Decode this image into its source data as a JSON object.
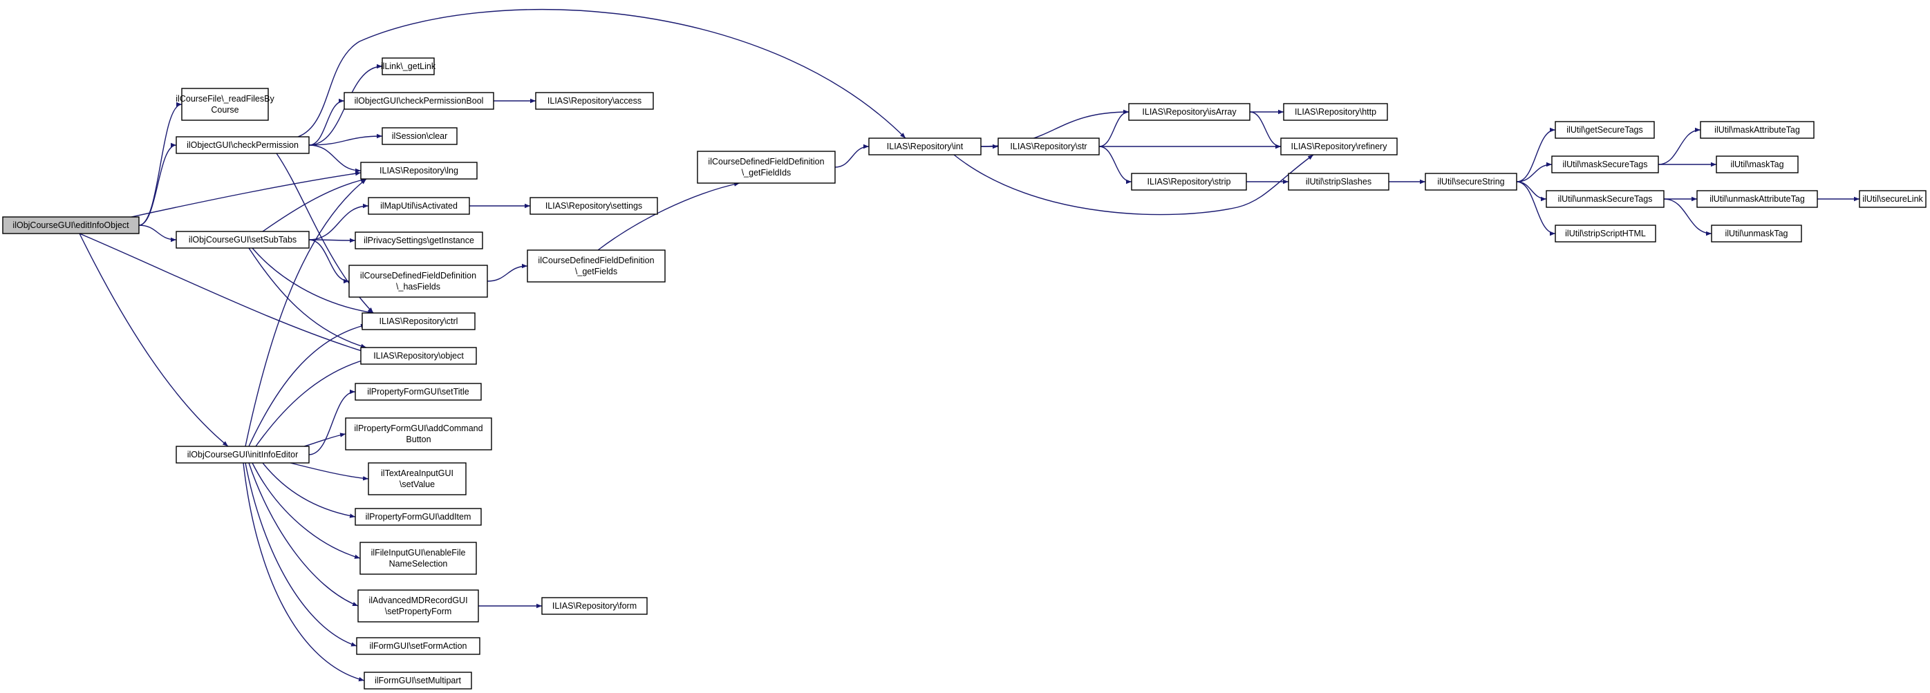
{
  "nodes": [
    {
      "id": "root",
      "lines": [
        "ilObjCourseGUI\\editInfoObject"
      ],
      "root": true
    },
    {
      "id": "readFiles",
      "lines": [
        "ilCourseFile\\_readFilesBy",
        "Course"
      ]
    },
    {
      "id": "checkPerm",
      "lines": [
        "ilObjectGUI\\checkPermission"
      ]
    },
    {
      "id": "setSubTabs",
      "lines": [
        "ilObjCourseGUI\\setSubTabs"
      ]
    },
    {
      "id": "initInfo",
      "lines": [
        "ilObjCourseGUI\\initInfoEditor"
      ]
    },
    {
      "id": "getLink",
      "lines": [
        "ilLink\\_getLink"
      ]
    },
    {
      "id": "checkPermBool",
      "lines": [
        "ilObjectGUI\\checkPermissionBool"
      ]
    },
    {
      "id": "access",
      "lines": [
        "ILIAS\\Repository\\access"
      ]
    },
    {
      "id": "sessClear",
      "lines": [
        "ilSession\\clear"
      ]
    },
    {
      "id": "lng",
      "lines": [
        "ILIAS\\Repository\\lng"
      ]
    },
    {
      "id": "mapUtil",
      "lines": [
        "ilMapUtil\\isActivated"
      ]
    },
    {
      "id": "settings",
      "lines": [
        "ILIAS\\Repository\\settings"
      ]
    },
    {
      "id": "privacy",
      "lines": [
        "ilPrivacySettings\\getInstance"
      ]
    },
    {
      "id": "hasFields",
      "lines": [
        "ilCourseDefinedFieldDefinition",
        "\\_hasFields"
      ]
    },
    {
      "id": "getFields",
      "lines": [
        "ilCourseDefinedFieldDefinition",
        "\\_getFields"
      ]
    },
    {
      "id": "getFieldIds",
      "lines": [
        "ilCourseDefinedFieldDefinition",
        "\\_getFieldIds"
      ]
    },
    {
      "id": "ctrl",
      "lines": [
        "ILIAS\\Repository\\ctrl"
      ]
    },
    {
      "id": "object",
      "lines": [
        "ILIAS\\Repository\\object"
      ]
    },
    {
      "id": "setTitle",
      "lines": [
        "ilPropertyFormGUI\\setTitle"
      ]
    },
    {
      "id": "addCommand",
      "lines": [
        "ilPropertyFormGUI\\addCommand",
        "Button"
      ]
    },
    {
      "id": "textArea",
      "lines": [
        "ilTextAreaInputGUI",
        "\\setValue"
      ]
    },
    {
      "id": "addItem",
      "lines": [
        "ilPropertyFormGUI\\addItem"
      ]
    },
    {
      "id": "fileInput",
      "lines": [
        "ilFileInputGUI\\enableFile",
        "NameSelection"
      ]
    },
    {
      "id": "advMD",
      "lines": [
        "ilAdvancedMDRecordGUI",
        "\\setPropertyForm"
      ]
    },
    {
      "id": "form",
      "lines": [
        "ILIAS\\Repository\\form"
      ]
    },
    {
      "id": "setFormAction",
      "lines": [
        "ilFormGUI\\setFormAction"
      ]
    },
    {
      "id": "setMultipart",
      "lines": [
        "ilFormGUI\\setMultipart"
      ]
    },
    {
      "id": "int",
      "lines": [
        "ILIAS\\Repository\\int"
      ]
    },
    {
      "id": "str",
      "lines": [
        "ILIAS\\Repository\\str"
      ]
    },
    {
      "id": "isArray",
      "lines": [
        "ILIAS\\Repository\\isArray"
      ]
    },
    {
      "id": "http",
      "lines": [
        "ILIAS\\Repository\\http"
      ]
    },
    {
      "id": "refinery",
      "lines": [
        "ILIAS\\Repository\\refinery"
      ]
    },
    {
      "id": "strip",
      "lines": [
        "ILIAS\\Repository\\strip"
      ]
    },
    {
      "id": "stripSlashes",
      "lines": [
        "ilUtil\\stripSlashes"
      ]
    },
    {
      "id": "secureString",
      "lines": [
        "ilUtil\\secureString"
      ]
    },
    {
      "id": "getSecureTags",
      "lines": [
        "ilUtil\\getSecureTags"
      ]
    },
    {
      "id": "maskSecureTags",
      "lines": [
        "ilUtil\\maskSecureTags"
      ]
    },
    {
      "id": "unmaskSecureTags",
      "lines": [
        "ilUtil\\unmaskSecureTags"
      ]
    },
    {
      "id": "stripScript",
      "lines": [
        "ilUtil\\stripScriptHTML"
      ]
    },
    {
      "id": "maskAttr",
      "lines": [
        "ilUtil\\maskAttributeTag"
      ]
    },
    {
      "id": "maskTag",
      "lines": [
        "ilUtil\\maskTag"
      ]
    },
    {
      "id": "unmaskAttr",
      "lines": [
        "ilUtil\\unmaskAttributeTag"
      ]
    },
    {
      "id": "unmaskTag",
      "lines": [
        "ilUtil\\unmaskTag"
      ]
    },
    {
      "id": "secureLink",
      "lines": [
        "ilUtil\\secureLink"
      ]
    }
  ],
  "edges": [
    [
      "root",
      "readFiles"
    ],
    [
      "root",
      "checkPerm"
    ],
    [
      "root",
      "setSubTabs"
    ],
    [
      "root",
      "initInfo"
    ],
    [
      "root",
      "lng"
    ],
    [
      "root",
      "object"
    ],
    [
      "checkPerm",
      "getLink"
    ],
    [
      "checkPerm",
      "checkPermBool"
    ],
    [
      "checkPerm",
      "sessClear"
    ],
    [
      "checkPerm",
      "lng"
    ],
    [
      "checkPerm",
      "ctrl"
    ],
    [
      "checkPerm",
      "int"
    ],
    [
      "checkPermBool",
      "access"
    ],
    [
      "setSubTabs",
      "lng"
    ],
    [
      "setSubTabs",
      "mapUtil"
    ],
    [
      "setSubTabs",
      "privacy"
    ],
    [
      "setSubTabs",
      "hasFields"
    ],
    [
      "setSubTabs",
      "ctrl"
    ],
    [
      "setSubTabs",
      "object"
    ],
    [
      "mapUtil",
      "settings"
    ],
    [
      "hasFields",
      "getFields"
    ],
    [
      "getFields",
      "getFieldIds"
    ],
    [
      "getFieldIds",
      "int"
    ],
    [
      "initInfo",
      "lng"
    ],
    [
      "initInfo",
      "ctrl"
    ],
    [
      "initInfo",
      "object"
    ],
    [
      "initInfo",
      "setTitle"
    ],
    [
      "initInfo",
      "addCommand"
    ],
    [
      "initInfo",
      "textArea"
    ],
    [
      "initInfo",
      "addItem"
    ],
    [
      "initInfo",
      "fileInput"
    ],
    [
      "initInfo",
      "advMD"
    ],
    [
      "initInfo",
      "setFormAction"
    ],
    [
      "initInfo",
      "setMultipart"
    ],
    [
      "advMD",
      "form"
    ],
    [
      "int",
      "str"
    ],
    [
      "int",
      "isArray"
    ],
    [
      "int",
      "refinery"
    ],
    [
      "str",
      "isArray"
    ],
    [
      "str",
      "refinery"
    ],
    [
      "str",
      "strip"
    ],
    [
      "isArray",
      "http"
    ],
    [
      "isArray",
      "refinery"
    ],
    [
      "strip",
      "stripSlashes"
    ],
    [
      "stripSlashes",
      "secureString"
    ],
    [
      "secureString",
      "getSecureTags"
    ],
    [
      "secureString",
      "maskSecureTags"
    ],
    [
      "secureString",
      "unmaskSecureTags"
    ],
    [
      "secureString",
      "stripScript"
    ],
    [
      "maskSecureTags",
      "maskAttr"
    ],
    [
      "maskSecureTags",
      "maskTag"
    ],
    [
      "unmaskSecureTags",
      "unmaskAttr"
    ],
    [
      "unmaskSecureTags",
      "unmaskTag"
    ],
    [
      "unmaskAttr",
      "secureLink"
    ]
  ]
}
